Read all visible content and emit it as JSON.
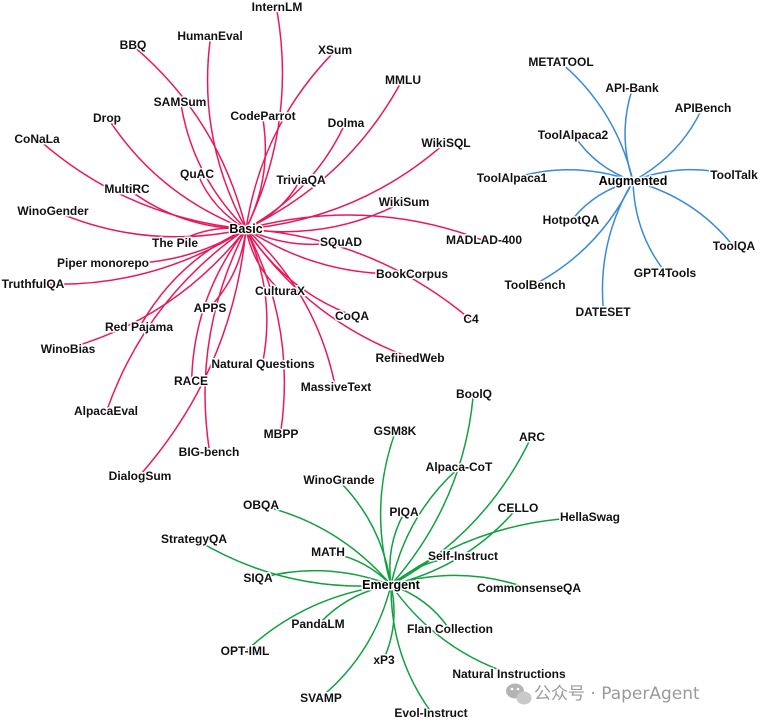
{
  "clusters": [
    {
      "id": "basic",
      "center": "Basic",
      "color": "#e8195a",
      "leaves": [
        "InternLM",
        "HumanEval",
        "BBQ",
        "XSum",
        "MMLU",
        "SAMSum",
        "CodeParrot",
        "Drop",
        "Dolma",
        "CoNaLa",
        "WikiSQL",
        "QuAC",
        "TriviaQA",
        "MultiRC",
        "WikiSum",
        "WinoGender",
        "SQuAD",
        "MADLAD-400",
        "The Pile",
        "Piper monorepo",
        "BookCorpus",
        "TruthfulQA",
        "CulturaX",
        "APPS",
        "CoQA",
        "C4",
        "Red Pajama",
        "WinoBias",
        "RefinedWeb",
        "Natural Questions",
        "RACE",
        "MassiveText",
        "AlpacaEval",
        "MBPP",
        "BIG-bench",
        "DialogSum"
      ]
    },
    {
      "id": "augmented",
      "center": "Augmented",
      "color": "#3a8ad8",
      "leaves": [
        "METATOOL",
        "API-Bank",
        "APIBench",
        "ToolAlpaca2",
        "ToolAlpaca1",
        "ToolTalk",
        "HotpotQA",
        "ToolQA",
        "GPT4Tools",
        "ToolBench",
        "DATESET"
      ]
    },
    {
      "id": "emergent",
      "center": "Emergent",
      "color": "#12a040",
      "leaves": [
        "BoolQ",
        "GSM8K",
        "ARC",
        "Alpaca-CoT",
        "WinoGrande",
        "PIQA",
        "CELLO",
        "HellaSwag",
        "OBQA",
        "StrategyQA",
        "MATH",
        "Self-Instruct",
        "SIQA",
        "CommonsenseQA",
        "PandaLM",
        "Flan Collection",
        "OPT-IML",
        "xP3",
        "Natural Instructions",
        "SVAMP",
        "Evol-Instruct"
      ]
    }
  ],
  "watermark": "公众号 · PaperAgent"
}
